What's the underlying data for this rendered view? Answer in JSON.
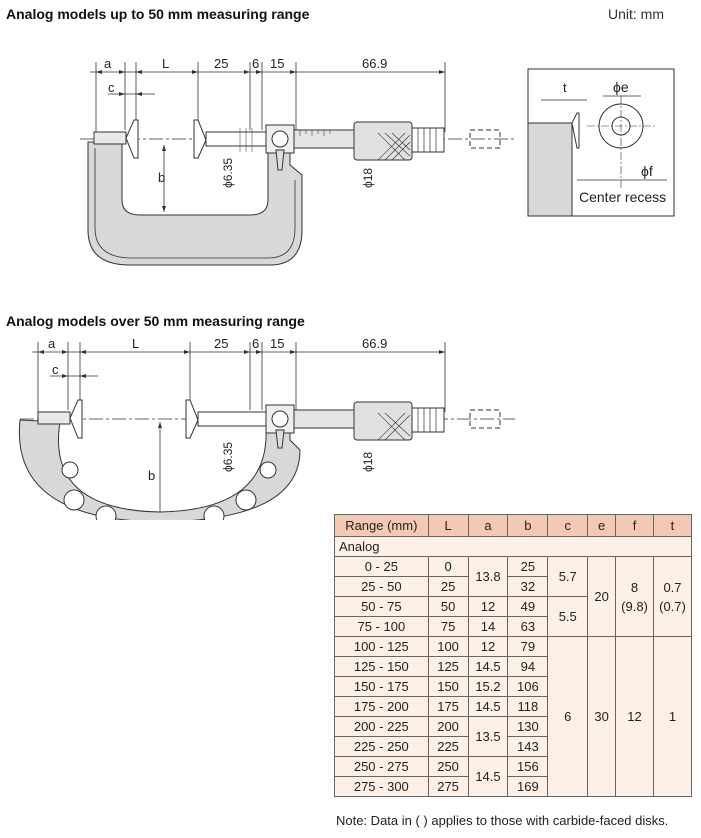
{
  "headings": {
    "small": "Analog models up to 50 mm measuring range",
    "large": "Analog models over 50 mm measuring range",
    "unit": "Unit: mm"
  },
  "dims": {
    "a": "a",
    "L": "L",
    "d25": "25",
    "d6": "6",
    "d15": "15",
    "d669": "66.9",
    "c": "c",
    "b": "b",
    "phi635": "ϕ6.35",
    "phi18": "ϕ18"
  },
  "detail": {
    "t": "t",
    "phie": "ϕe",
    "phif": "ϕf",
    "caption": "Center recess"
  },
  "table": {
    "headers": [
      "Range (mm)",
      "L",
      "a",
      "b",
      "c",
      "e",
      "f",
      "t"
    ],
    "group_label": "Analog",
    "ranges": [
      "0 - 25",
      "25 - 50",
      "50 - 75",
      "75 - 100",
      "100 - 125",
      "125 - 150",
      "150 - 175",
      "175 - 200",
      "200 - 225",
      "225 - 250",
      "250 - 275",
      "275 - 300"
    ],
    "L": [
      "0",
      "25",
      "50",
      "75",
      "100",
      "125",
      "150",
      "175",
      "200",
      "225",
      "250",
      "275"
    ],
    "a_merged": {
      "r1_2": "13.8",
      "r3": "12",
      "r4": "14",
      "r5": "12",
      "r6": "14.5",
      "r7": "15.2",
      "r8": "14.5",
      "r9_10": "13.5",
      "r11_12": "14.5"
    },
    "b": [
      "25",
      "32",
      "49",
      "63",
      "79",
      "94",
      "106",
      "118",
      "130",
      "143",
      "156",
      "169"
    ],
    "c_merged": {
      "r1_2": "5.7",
      "r3_4": "5.5",
      "r5_12": "6"
    },
    "e_merged": {
      "r1_4": "20",
      "r5_12": "30"
    },
    "f_merged": {
      "r1_4": "8",
      "r1_4_alt": "(9.8)",
      "r5_12": "12"
    },
    "t_merged": {
      "r1_4": "0.7",
      "r1_4_alt": "(0.7)",
      "r5_12": "1"
    }
  },
  "note": "Note: Data in (   ) applies to those with carbide-faced disks."
}
